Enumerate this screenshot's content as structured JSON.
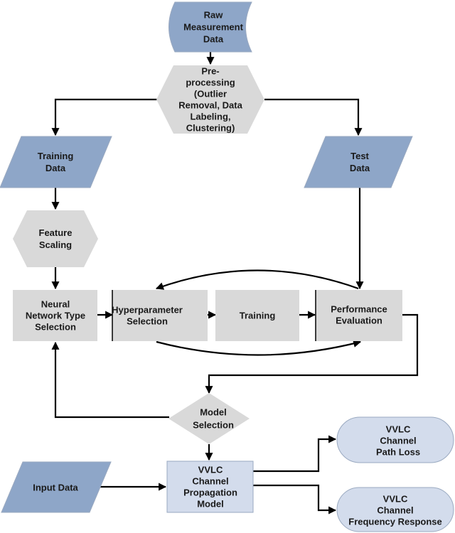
{
  "nodes": {
    "raw": [
      "Raw",
      "Measurement",
      "Data"
    ],
    "preprocessing": [
      "Pre-",
      "processing",
      "(Outlier",
      "Removal, Data",
      "Labeling,",
      "Clustering)"
    ],
    "training_data": [
      "Training",
      "Data"
    ],
    "test_data": [
      "Test",
      "Data"
    ],
    "feature_scaling": [
      "Feature",
      "Scaling"
    ],
    "nn_type": [
      "Neural",
      "Network Type",
      "Selection"
    ],
    "hyperparam": [
      "Hyperparameter",
      "Selection"
    ],
    "training": [
      "Training"
    ],
    "performance": [
      "Performance",
      "Evaluation"
    ],
    "model_selection": [
      "Model",
      "Selection"
    ],
    "input_data": [
      "Input Data"
    ],
    "vvlc_model": [
      "VVLC",
      "Channel",
      "Propagation",
      "Model"
    ],
    "path_loss": [
      "VVLC",
      "Channel",
      "Path Loss"
    ],
    "freq_response": [
      "VVLC",
      "Channel",
      "Frequency Response"
    ]
  },
  "colors": {
    "blue_shape": "#8ea6c8",
    "gray_shape": "#d9d9d9",
    "light_blue_box": "#d3dcec",
    "outline": "#9aa9c0",
    "edge": "#000000"
  }
}
